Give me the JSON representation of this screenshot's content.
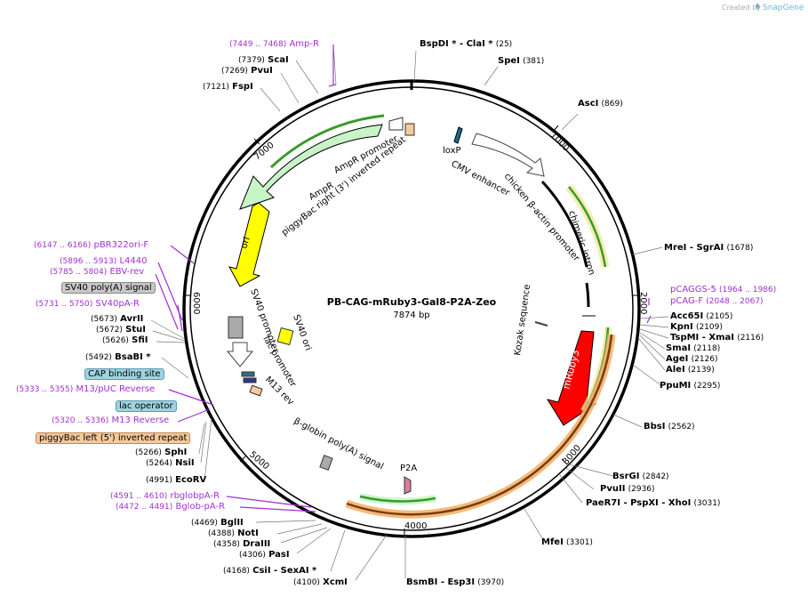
{
  "header": {
    "created_by": "Created by",
    "brand": "SnapGene"
  },
  "plasmid": {
    "name": "PB-CAG-mRuby3-Gal8-P2A-Zeo",
    "length": "7874 bp"
  },
  "ticks": [
    "1000",
    "2000",
    "3000",
    "4000",
    "5000",
    "6000",
    "7000"
  ],
  "enzymes": [
    {
      "name": "BspDI * - ClaI *",
      "pos": "(25)"
    },
    {
      "name": "SpeI",
      "pos": "(381)"
    },
    {
      "name": "AscI",
      "pos": "(869)"
    },
    {
      "name": "MreI - SgrAI",
      "pos": "(1678)"
    },
    {
      "name": "Acc65I",
      "pos": "(2105)"
    },
    {
      "name": "KpnI",
      "pos": "(2109)"
    },
    {
      "name": "TspMI - XmaI",
      "pos": "(2116)"
    },
    {
      "name": "SmaI",
      "pos": "(2118)"
    },
    {
      "name": "AgeI",
      "pos": "(2126)"
    },
    {
      "name": "AleI",
      "pos": "(2139)"
    },
    {
      "name": "PpuMI",
      "pos": "(2295)"
    },
    {
      "name": "BbsI",
      "pos": "(2562)"
    },
    {
      "name": "BsrGI",
      "pos": "(2842)"
    },
    {
      "name": "PvuII",
      "pos": "(2936)"
    },
    {
      "name": "PaeR7I - PspXI - XhoI",
      "pos": "(3031)"
    },
    {
      "name": "MfeI",
      "pos": "(3301)"
    },
    {
      "name": "BsmBI - Esp3I",
      "pos": "(3970)"
    },
    {
      "name": "XcmI",
      "pos": "(4100)"
    },
    {
      "name": "CsiI - SexAI *",
      "pos": "(4168)"
    },
    {
      "name": "PasI",
      "pos": "(4306)"
    },
    {
      "name": "DraIII",
      "pos": "(4358)"
    },
    {
      "name": "NotI",
      "pos": "(4388)"
    },
    {
      "name": "BglII",
      "pos": "(4469)"
    },
    {
      "name": "EcoRV",
      "pos": "(4991)"
    },
    {
      "name": "NsiI",
      "pos": "(5264)"
    },
    {
      "name": "SphI",
      "pos": "(5266)"
    },
    {
      "name": "BsaBI *",
      "pos": "(5492)"
    },
    {
      "name": "SfiI",
      "pos": "(5626)"
    },
    {
      "name": "StuI",
      "pos": "(5672)"
    },
    {
      "name": "AvrII",
      "pos": "(5673)"
    },
    {
      "name": "FspI",
      "pos": "(7121)"
    },
    {
      "name": "PvuI",
      "pos": "(7269)"
    },
    {
      "name": "ScaI",
      "pos": "(7379)"
    }
  ],
  "primers": [
    {
      "name": "Amp-R",
      "pos": "(7449 .. 7468)"
    },
    {
      "name": "pCAGGS-5",
      "pos": "(1964 .. 1986)"
    },
    {
      "name": "pCAG-F",
      "pos": "(2048 .. 2067)"
    },
    {
      "name": "pBR322ori-F",
      "pos": "(6147 .. 6166)"
    },
    {
      "name": "L4440",
      "pos": "(5896 .. 5913)"
    },
    {
      "name": "EBV-rev",
      "pos": "(5785 .. 5804)"
    },
    {
      "name": "SV40pA-R",
      "pos": "(5731 .. 5750)"
    },
    {
      "name": "M13/pUC Reverse",
      "pos": "(5333 .. 5355)"
    },
    {
      "name": "M13 Reverse",
      "pos": "(5320 .. 5336)"
    },
    {
      "name": "rbglobpA-R",
      "pos": "(4591 .. 4610)"
    },
    {
      "name": "Bglob-pA-R",
      "pos": "(4472 .. 4491)"
    }
  ],
  "boxed_features": [
    {
      "label": "SV40 poly(A) signal",
      "color": "#c8c8c8"
    },
    {
      "label": "CAP binding site",
      "color": "#9fd3e0"
    },
    {
      "label": "lac operator",
      "color": "#9fd3e0"
    },
    {
      "label": "piggyBac left (5') inverted repeat",
      "color": "#f6c89a"
    }
  ],
  "features": {
    "loxP": "loxP",
    "cmv": "CMV enhancer",
    "chicken": "chicken β-actin promoter",
    "chimeric": "chimeric intron",
    "kozak": "Kozak sequence",
    "mruby3": "mRuby3",
    "p2a": "P2A",
    "bglobin": "β-globin poly(A) signal",
    "m13rev": "M13 rev",
    "lacprom": "lac promoter",
    "sv40prom": "SV40 promoter",
    "sv40ori": "SV40 ori",
    "ori": "ori",
    "ampr": "AmpR",
    "amprprom": "AmpR promoter",
    "piggyright": "piggyBac right (3') inverted repeat"
  },
  "colors": {
    "ampr": "#c8f5c8",
    "ori": "#ffff00",
    "mruby3": "#ff0000",
    "brand": "#6cb5d8",
    "primer": "#a030d0",
    "green": "#3a9a2a",
    "orange": "#f2b36b"
  }
}
